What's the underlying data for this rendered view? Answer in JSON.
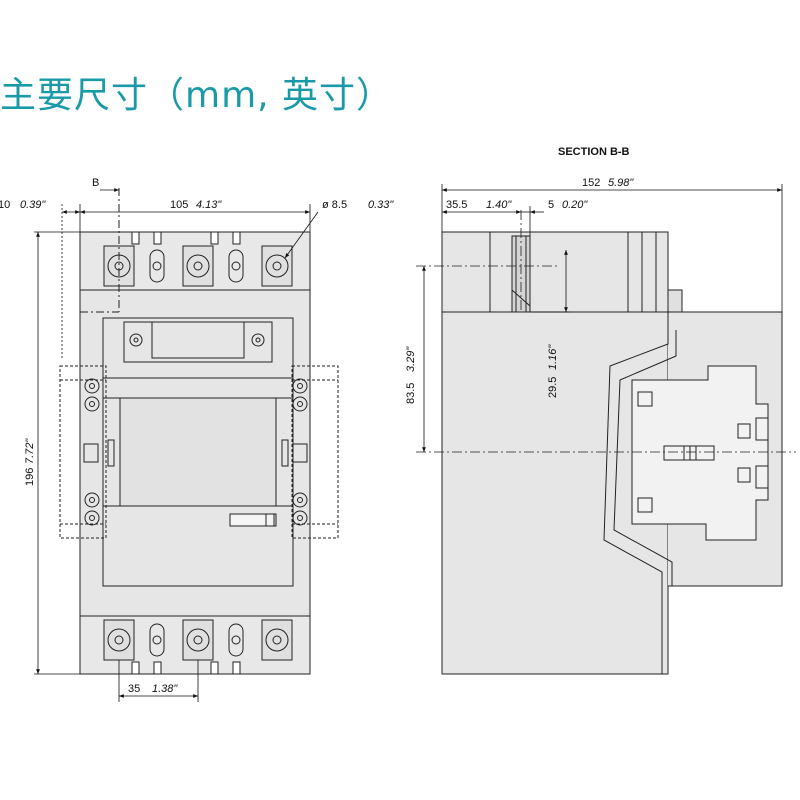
{
  "title": "主要尺寸（mm, 英寸）",
  "section_title": "SECTION B-B",
  "marker_b": "B",
  "front_view": {
    "dim_10": {
      "mm": "10",
      "inch": "0.39\""
    },
    "dim_105": {
      "mm": "105",
      "inch": "4.13\""
    },
    "dim_hole": {
      "mm": "ø 8.5",
      "inch": "0.33\""
    },
    "dim_196": {
      "mm": "196",
      "inch": "7.72\""
    },
    "dim_35": {
      "mm": "35",
      "inch": "1.38\""
    }
  },
  "side_view": {
    "dim_152": {
      "mm": "152",
      "inch": "5.98\""
    },
    "dim_355": {
      "mm": "35.5",
      "inch": "1.40\""
    },
    "dim_5": {
      "mm": "5",
      "inch": "0.20\""
    },
    "dim_835": {
      "mm": "83.5",
      "inch": "3.29\""
    },
    "dim_295": {
      "mm": "29.5",
      "inch": "1.16\""
    }
  },
  "colors": {
    "title": "#1a9aa8",
    "body_fill": "#e6e6e6",
    "line": "#222222"
  }
}
